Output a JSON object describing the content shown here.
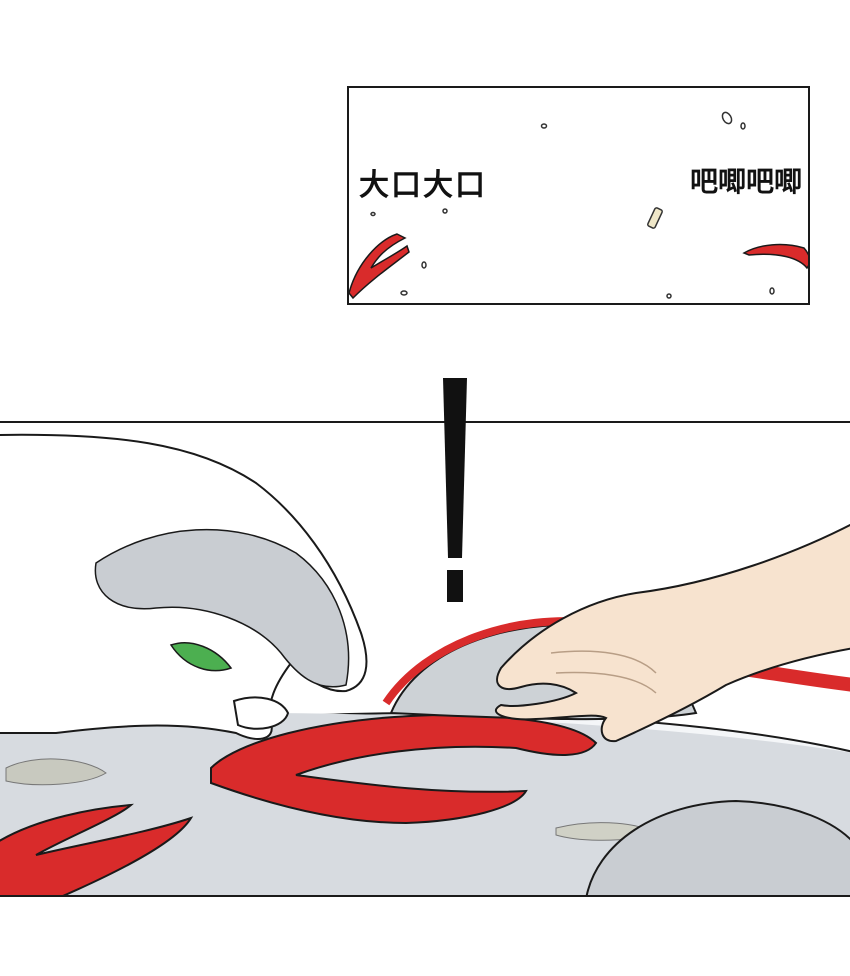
{
  "panel_top": {
    "sfx_left": "大口大口",
    "sfx_right": "吧唧吧唧"
  },
  "panel_bottom": {
    "exclamation": "!"
  },
  "colors": {
    "chili_red": "#d92b2b",
    "skin": "#f7e3cf",
    "shadow_gray": "#c7ccd1",
    "ink": "#1a1a1a"
  },
  "icons": [
    "exclamation-mark",
    "chili-pepper",
    "hand"
  ]
}
